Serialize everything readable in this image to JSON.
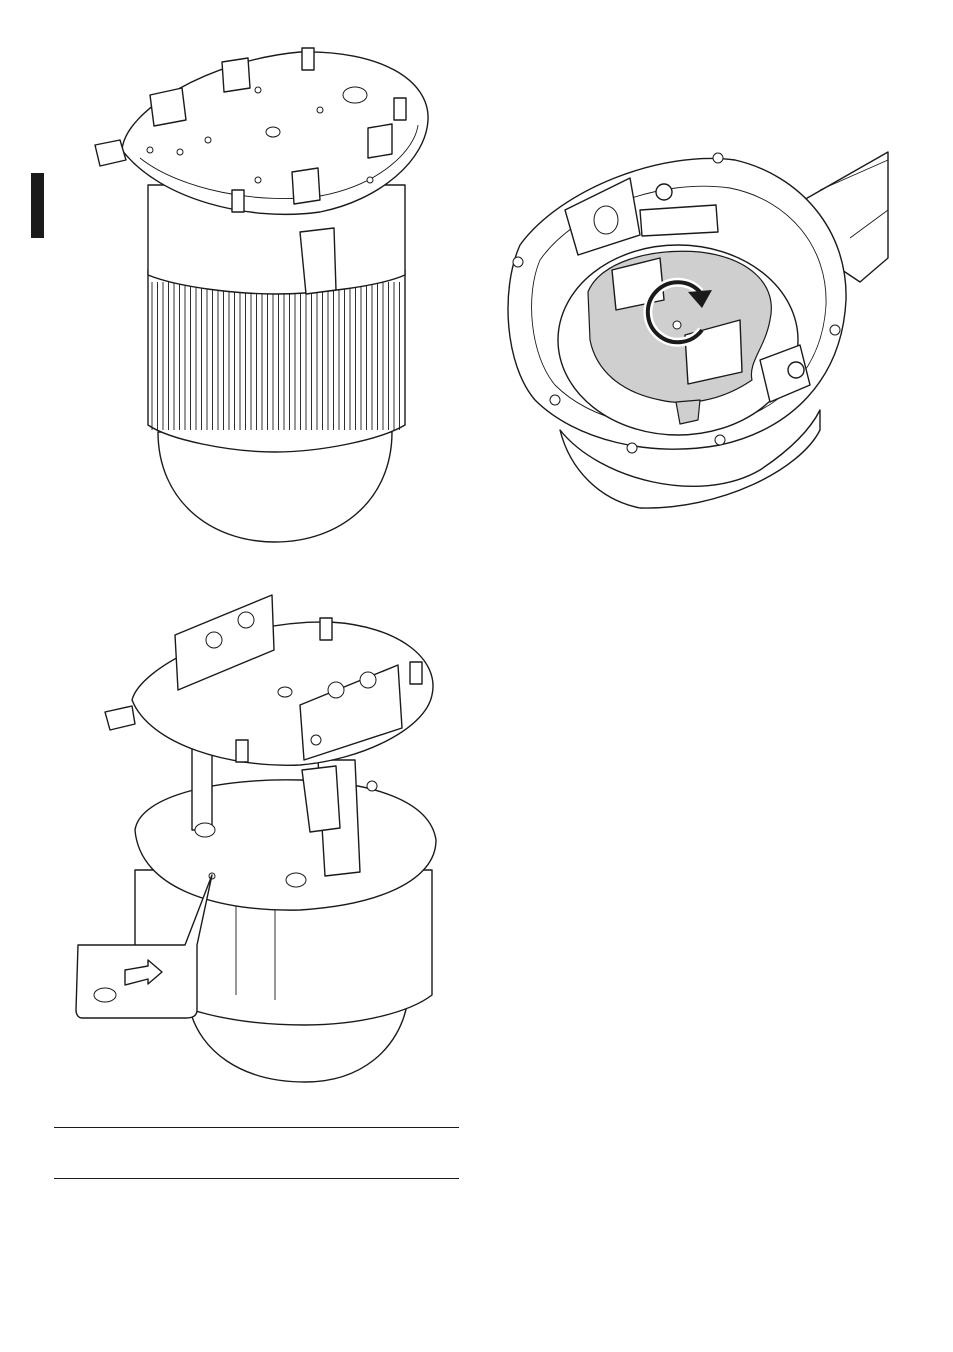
{
  "page": {
    "background": "#ffffff",
    "ink": "#1a1a1a",
    "panel_gray": "#cfcfcf"
  },
  "figures": {
    "top_left": {
      "icon": "camera-housing-with-ceiling-bracket"
    },
    "top_right": {
      "icon": "dome-housing-interior-with-rotate-arrow",
      "arrow": "rotate-clockwise-icon"
    },
    "bottom_left": {
      "icon": "camera-housing-with-mount-plate",
      "callout": "arrow-mark-callout"
    }
  }
}
